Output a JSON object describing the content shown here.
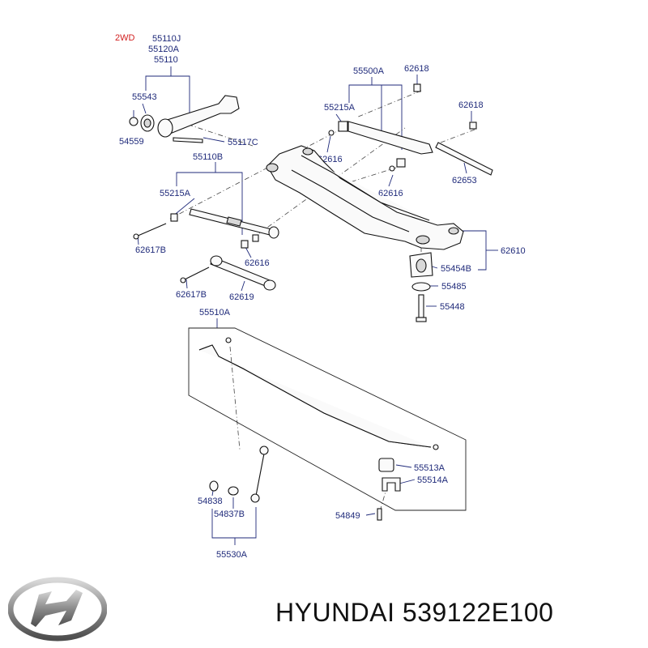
{
  "brand": {
    "title": "HYUNDAI 539122E100"
  },
  "logo": {
    "icon": "hyundai-logo-icon",
    "color": "#8c8c8c"
  },
  "colors": {
    "label": "#1f2a7a",
    "variant": "#d22020",
    "line": "#111111"
  },
  "labels": {
    "l2wd": "2WD",
    "l55110j": "55110J",
    "l55120a": "55120A",
    "l55110": "55110",
    "l55543": "55543",
    "l54559": "54559",
    "l55117c": "55117C",
    "l55110b": "55110B",
    "l55215a_left": "55215A",
    "l62617b_top": "62617B",
    "l62616_mid": "62616",
    "l62617b_bot": "62617B",
    "l62619": "62619",
    "l55500a": "55500A",
    "l62618_top": "62618",
    "l55215a_right": "55215A",
    "l62616_up": "62616",
    "l62618_right": "62618",
    "l62653": "62653",
    "l62616_right": "62616",
    "l62610": "62610",
    "l55454b": "55454B",
    "l55485": "55485",
    "l55448": "55448",
    "l55510a": "55510A",
    "l55513a": "55513A",
    "l55514a": "55514A",
    "l54849": "54849",
    "l54838": "54838",
    "l54837b": "54837B",
    "l55530a": "55530A"
  }
}
